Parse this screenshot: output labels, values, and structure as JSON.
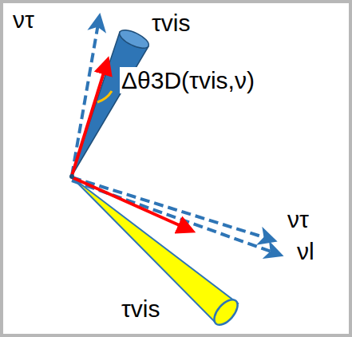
{
  "diagram": {
    "labels": [
      "ντ",
      "τvis",
      "Δθ3D(τvis,ν)",
      "ντ",
      "νl",
      "τvis"
    ]
  }
}
